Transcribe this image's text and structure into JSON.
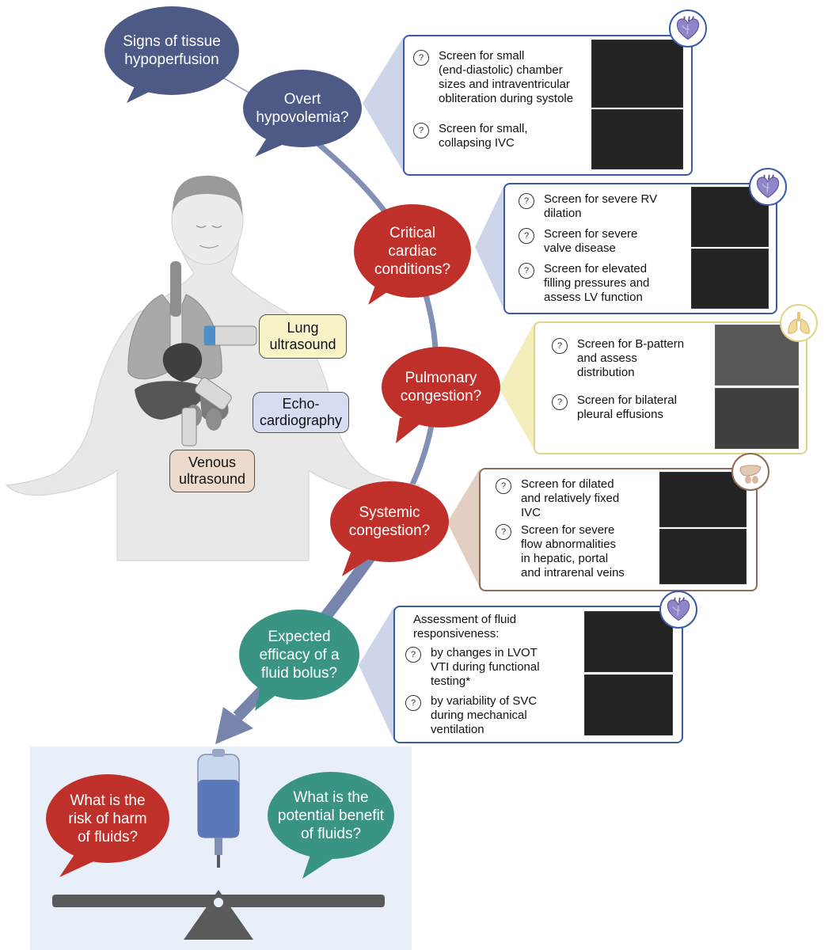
{
  "colors": {
    "navy": "#4d5a86",
    "red": "#c0302b",
    "teal": "#3a9483",
    "path": "#8290b6",
    "box_blue": "#3a5ba8",
    "box_yellow": "#e2d487",
    "box_brown": "#8c6a57",
    "wedge_blue": "#cdd5ea",
    "wedge_yellow": "#f3eebc",
    "wedge_brown": "#e2cfc1",
    "panel": "#e9eff8",
    "lung_label": "#f8f4c8",
    "echo_label": "#d6dcf1",
    "venous_label": "#ecdacd"
  },
  "bubbles": {
    "tissue": "Signs of tissue\nhypoperfusion",
    "hypovolemia": "Overt\nhypovolemia?",
    "cardiac": "Critical\ncardiac\nconditions?",
    "pulmonary": "Pulmonary\ncongestion?",
    "systemic": "Systemic\ncongestion?",
    "efficacy": "Expected\nefficacy of a\nfluid bolus?",
    "risk": "What is the\nrisk of harm\nof fluids?",
    "benefit": "What is the\npotential benefit\nof fluids?"
  },
  "labels": {
    "lung": "Lung\nultrasound",
    "echo": "Echo-\ncardiography",
    "venous": "Venous\nultrasound"
  },
  "q_mark": "?",
  "box1": {
    "icon": "heart-icon",
    "item1": "Screen for small\n(end-diastolic) chamber\nsizes and intraventricular\nobliteration during systole",
    "item2": "Screen for small,\ncollapsing IVC"
  },
  "box2": {
    "icon": "heart-icon",
    "item1": "Screen for severe RV\ndilation",
    "item2": "Screen for severe\nvalve disease",
    "item3": "Screen for elevated\nfilling pressures and\nassess LV function"
  },
  "box3": {
    "icon": "lungs-icon",
    "item1": "Screen for B-pattern\nand assess\ndistribution",
    "item2": "Screen for bilateral\npleural effusions"
  },
  "box4": {
    "icon": "liver-kidney-icon",
    "item1": "Screen for dilated\nand relatively fixed\nIVC",
    "item2": "Screen for severe\nflow abnormalities\nin hepatic, portal\nand intrarenal veins"
  },
  "box5": {
    "icon": "heart-icon",
    "header": "Assessment of fluid\nresponsiveness:",
    "item1": "by changes in LVOT\nVTI during functional\ntesting*",
    "item2": "by variability of SVC\nduring mechanical\nventilation"
  }
}
